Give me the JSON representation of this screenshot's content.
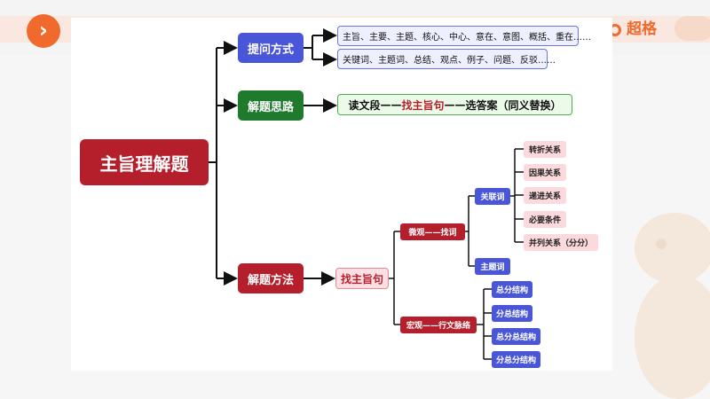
{
  "brand": {
    "name": "超格"
  },
  "diagram": {
    "root": "主旨理解题",
    "branches": [
      {
        "label": "提问方式",
        "items": [
          "主旨、主要、主题、核心、中心、意在、意图、概括、重在……",
          "关键词、主题词、总结、观点、例子、问题、反驳……"
        ]
      },
      {
        "label": "解题思路",
        "steps": {
          "a": "读文段",
          "sep1": "——",
          "b": "找主旨句",
          "sep2": "——",
          "c": "选答案（同义替换）"
        }
      },
      {
        "label": "解题方法",
        "method": "找主旨句",
        "micro": {
          "label": "微观——找词",
          "keyword": {
            "label": "关联词",
            "items": [
              "转折关系",
              "因果关系",
              "递进关系",
              "必要条件",
              "并列关系（分分）"
            ]
          },
          "topic": "主题词"
        },
        "macro": {
          "label": "宏观——行文脉络",
          "items": [
            "总分结构",
            "分总结构",
            "总分总结构",
            "分总分结构"
          ]
        }
      }
    ]
  },
  "colors": {
    "accent": "#ef6a2c",
    "red": "#b51f2c",
    "blue": "#4a56d8",
    "green": "#1f7a2e"
  }
}
